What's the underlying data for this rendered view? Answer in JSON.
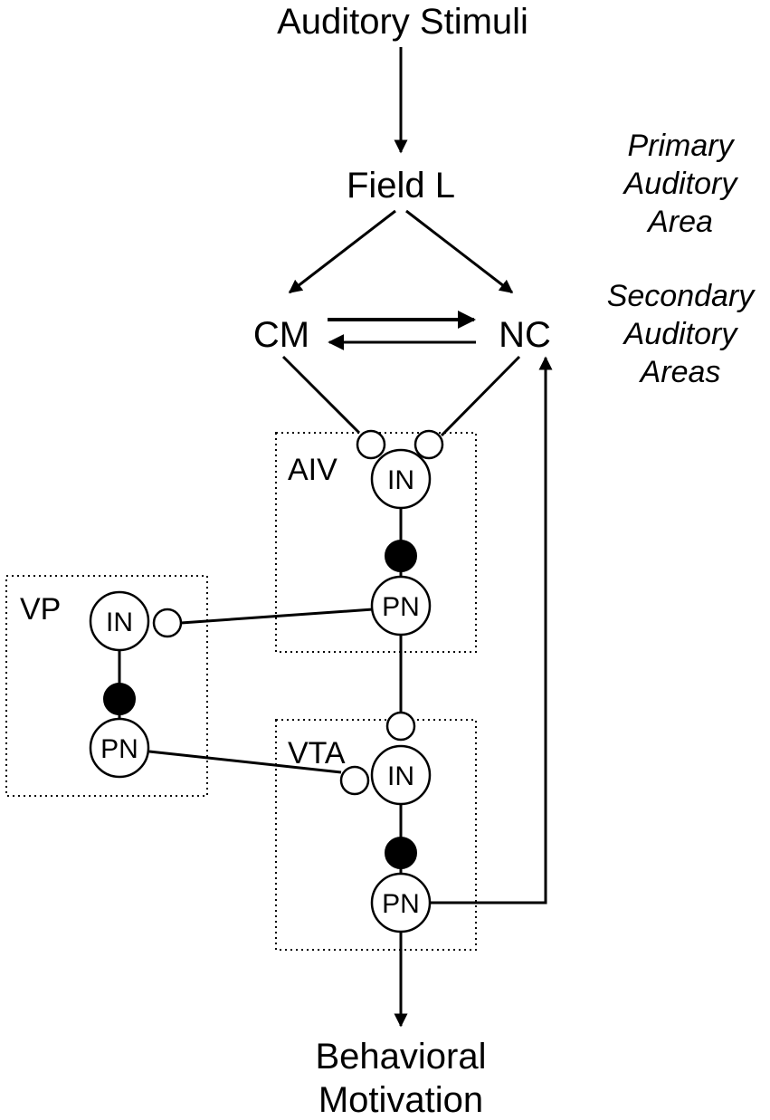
{
  "labels": {
    "input": "Auditory Stimuli",
    "field_l": "Field L",
    "cm": "CM",
    "nc": "NC",
    "primary": [
      "Primary",
      "Auditory",
      "Area"
    ],
    "secondary": [
      "Secondary",
      "Auditory",
      "Areas"
    ],
    "output": [
      "Behavioral",
      "Motivation"
    ]
  },
  "regions": {
    "aiv": "AIV",
    "vp": "VP",
    "vta": "VTA"
  },
  "cells": {
    "aiv_in": "IN",
    "aiv_pn": "PN",
    "vp_in": "IN",
    "vp_pn": "PN",
    "vta_in": "IN",
    "vta_pn": "PN"
  },
  "colors": {
    "ink": "#000000",
    "background": "#ffffff"
  }
}
